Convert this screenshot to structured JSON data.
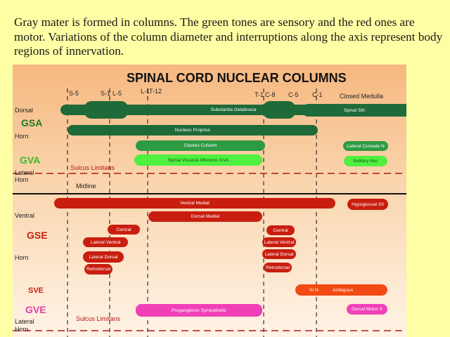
{
  "caption": "Gray mater  is formed in columns. The green tones are sensory and the red ones are motor. Variations of the column diameter and interruptions along the axis  represent body regions of innervation.",
  "diagram": {
    "title": "SPINAL CORD NUCLEAR COLUMNS",
    "levels": {
      "s5": "S-5",
      "s1": "S-1",
      "l5": "L-5",
      "l1": "L-1",
      "t12": "T-12",
      "t1": "T-1",
      "c8": "C-8",
      "c5": "C-5",
      "c1": "C-1",
      "medulla": "Closed Medulla"
    },
    "side": {
      "dorsal": "Dorsal",
      "gsa": "GSA",
      "horn1": "Horn",
      "gva": "GVA",
      "lateral1": "Lateral",
      "horn2": "Horn",
      "ventral": "Ventral",
      "gse": "GSE",
      "horn3": "Horn",
      "sve": "SVE",
      "gve": "GVE",
      "lateral2": "Lateral",
      "horn4": "Horn"
    },
    "notes": {
      "sulcus_top": "Sulcus Limitans",
      "midline": "Midline",
      "sulcus_bottom": "Sulcus Limitans"
    },
    "bars": {
      "substantia": "Substantia Gelatinosa",
      "spinal_sth": "Spinal Sth",
      "nucleus_proprius": "Nucleus Proprius",
      "clarkes": "Clarkes Column",
      "lateral_cuneate": "Lateral Cuneate N",
      "spinal_visceral": "Spinal Visceral Afferents GVA",
      "solitary": "Solitary Nuc",
      "ventral_medial": "Ventral Medial",
      "hypoglossal": "Hypoglossal XII",
      "dorsal_medial": "Dorsal Medial",
      "central_left": "Central",
      "central_right": "Central",
      "lateral_ventral_left": "Lateral Ventral",
      "lateral_ventral_right": "Lateral Ventral",
      "lateral_dorsal_left": "Lateral Dorsal",
      "lateral_dorsal_right": "Lateral Dorsal",
      "retrodorsal_left": "Retrodorsal",
      "retrodorsal_right": "Retrodorsal",
      "xi_n": "XI N",
      "ambiguus": "Ambiguus",
      "preganglionic": "Preganglionic Sympathetic",
      "dorsal_motor": "Dorsal Motor X"
    },
    "colors": {
      "sensory_dark": "#1e6a38",
      "sensory_mid": "#2f9a44",
      "sensory_light": "#4ff040",
      "motor_red": "#c81e10",
      "motor_orange": "#f24a14",
      "visceral_pink": "#f040b8",
      "background": "#fefea4"
    }
  }
}
